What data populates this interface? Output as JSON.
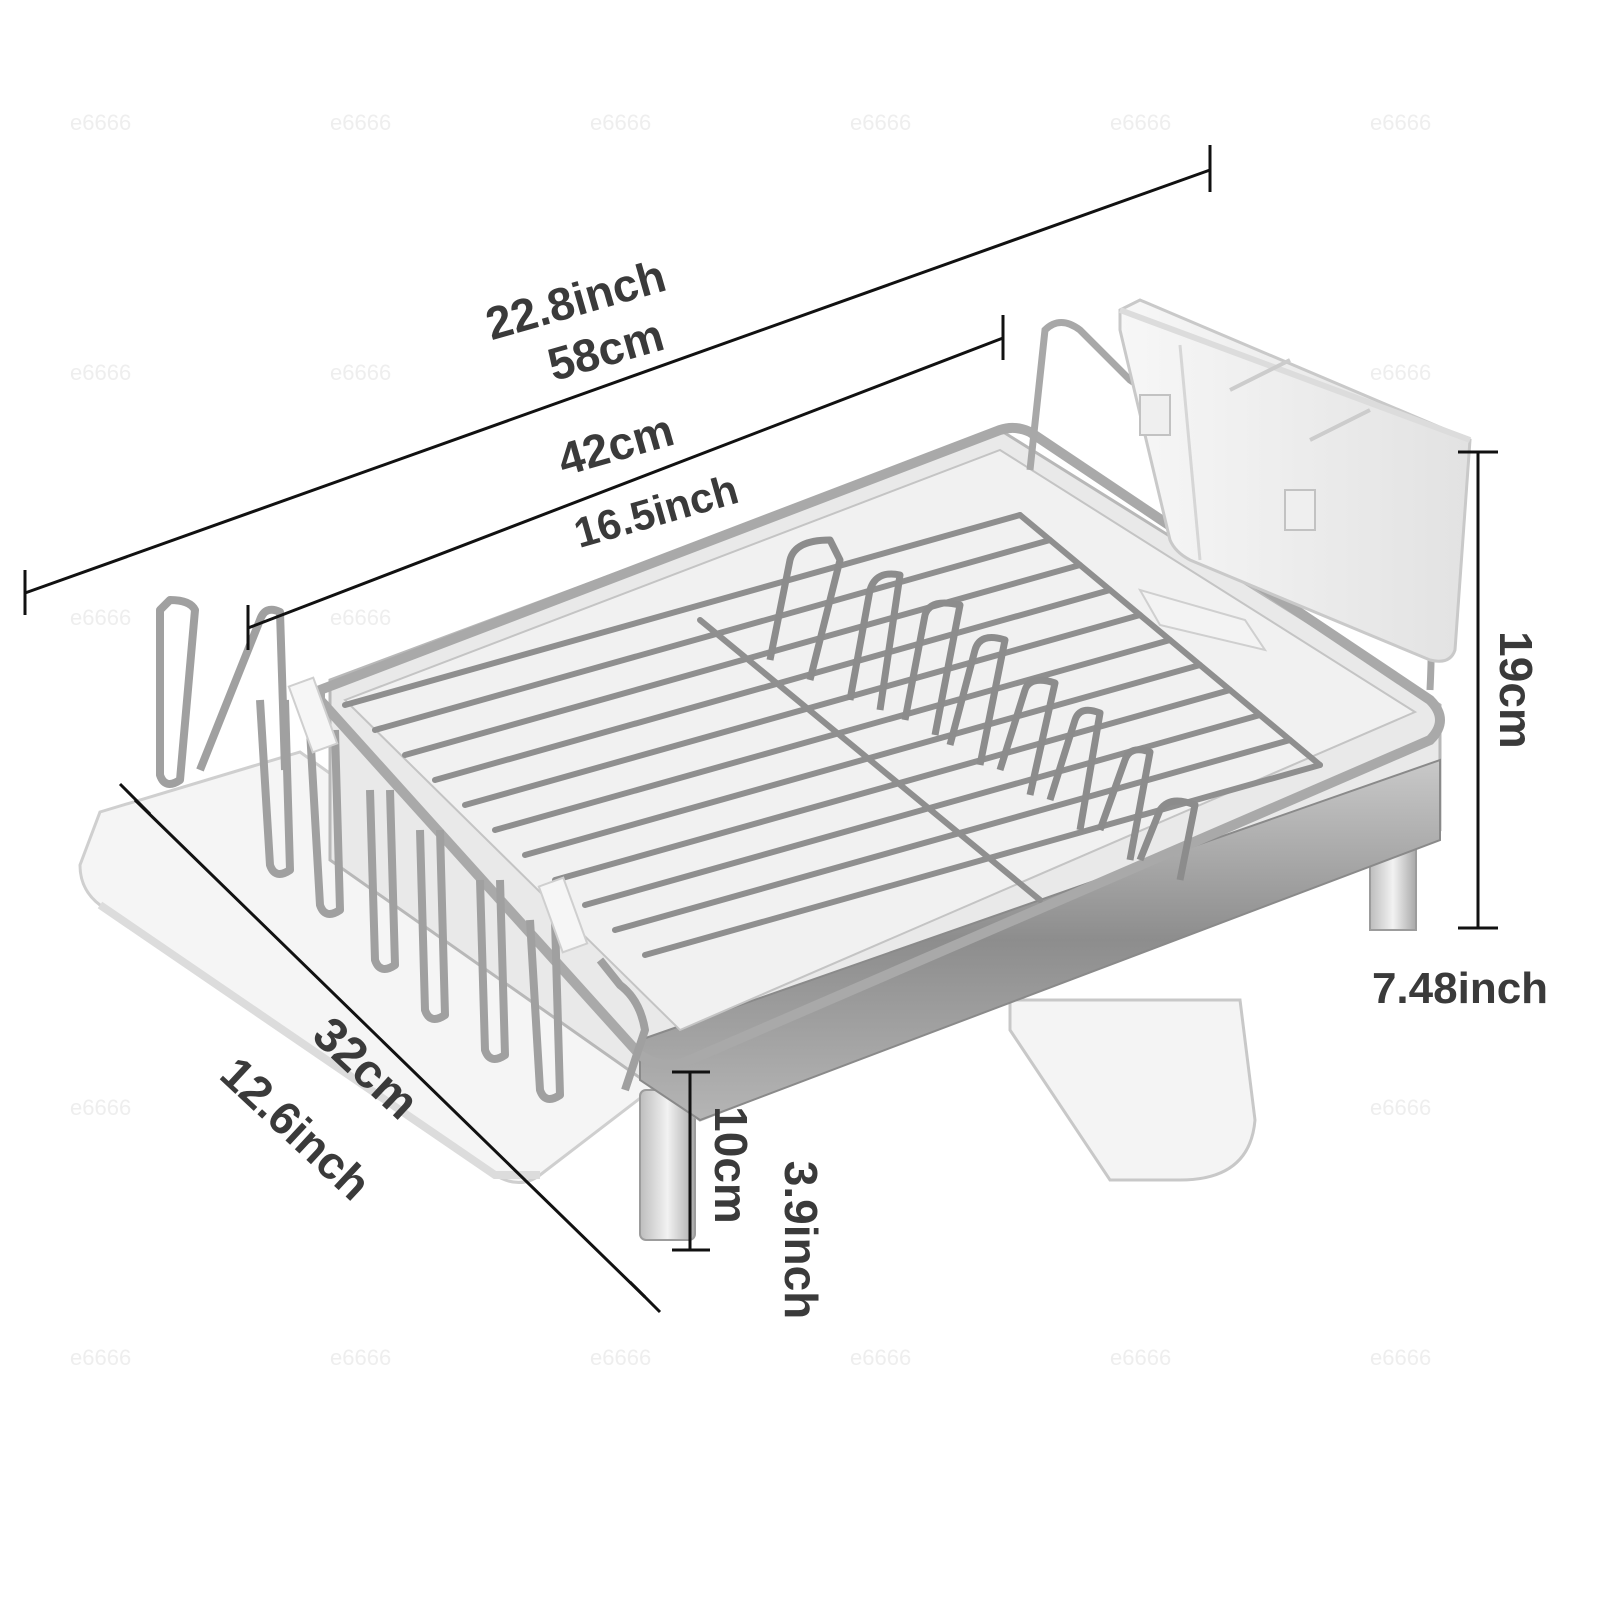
{
  "product": "dish drying rack with utensil holder and drainboard",
  "dimensions": {
    "overall_width": {
      "inch": "22.8inch",
      "cm": "58cm"
    },
    "rack_width": {
      "cm": "42cm",
      "inch": "16.5inch"
    },
    "height": {
      "cm": "19cm",
      "inch": "7.48inch"
    },
    "depth": {
      "cm": "32cm",
      "inch": "12.6inch"
    },
    "leg_height": {
      "cm": "10cm",
      "inch": "3.9inch"
    }
  },
  "colors": {
    "dimension_text": "#3a3a3a",
    "dimension_line": "#111111",
    "steel": "#9a9a9a",
    "steel_dark": "#6f6f6f",
    "plastic_white": "#f3f3f3"
  }
}
